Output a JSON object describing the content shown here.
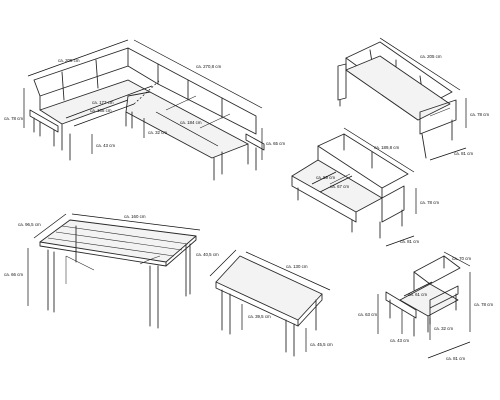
{
  "corner_sofa": {
    "width_left": "ca. 205 cm",
    "width_right": "ca. 270,8 cm",
    "height": "ca. 78 cm",
    "seat_depth_a": "ca. 177 cm",
    "seat_depth_b": "ca. 188 cm",
    "seat_depth_c": "ca. 184 cm",
    "seat_height": "ca. 43 cm",
    "armrest_gap": "ca. 32 cm",
    "armrest_height": "ca. 65 cm"
  },
  "sofa_3_seater": {
    "width": "ca. 205 cm",
    "height": "ca. 78 cm",
    "depth": "ca. 81 cm"
  },
  "sofa_end": {
    "width": "ca. 189,8 cm",
    "seat_a": "ca. 59 cm",
    "seat_b": "ca. 67 cm",
    "height": "ca. 78 cm",
    "depth": "ca. 81 cm"
  },
  "dining_table": {
    "width": "ca. 160 cm",
    "depth": "ca. 96,5 cm",
    "height": "ca. 66 cm"
  },
  "bench": {
    "depth": "ca. 40,5 cm",
    "width": "ca. 130 cm",
    "inner_height": "ca. 39,5 cm",
    "height": "ca. 45,5 cm"
  },
  "armchair": {
    "width": "ca. 70 cm",
    "height": "ca. 78 cm",
    "seat_width": "ca. 61 cm",
    "seat_height": "ca. 43 cm",
    "arm_height": "ca. 63 cm",
    "arm_gap": "ca. 32 cm",
    "depth": "ca. 81 cm"
  }
}
